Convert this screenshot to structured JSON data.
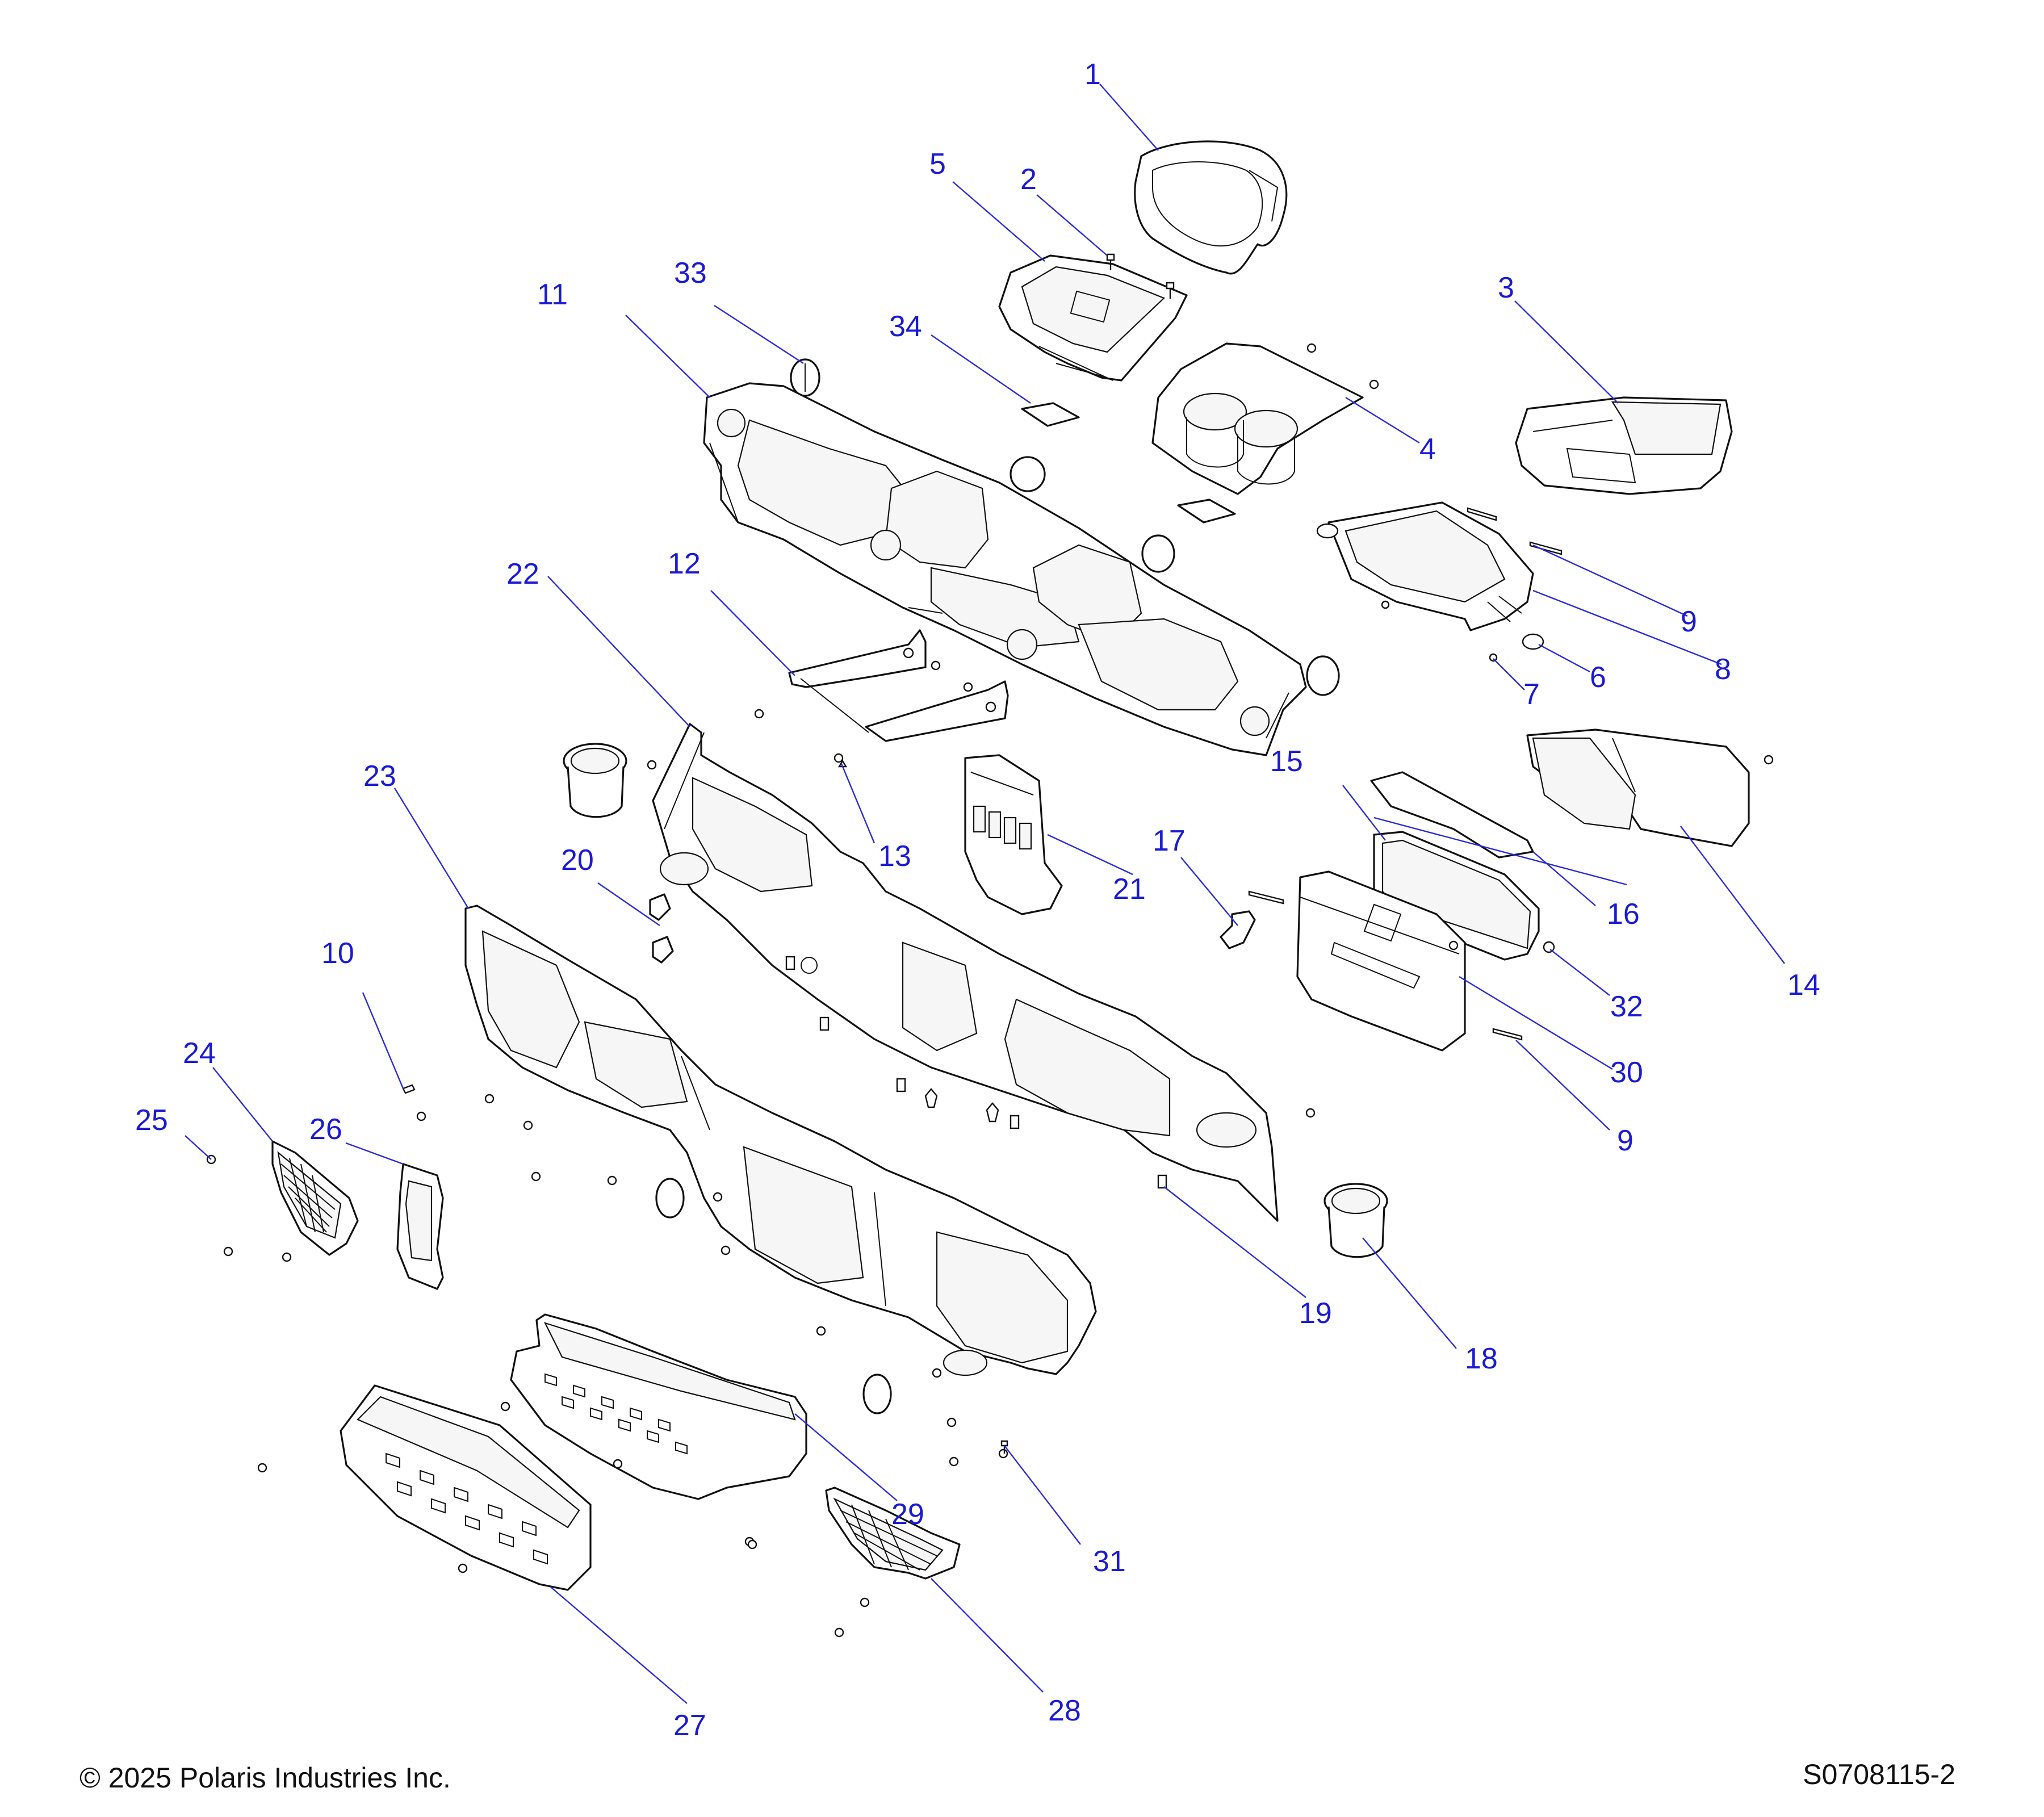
{
  "footer": {
    "copyright": "© 2025 Polaris Industries Inc.",
    "drawing_code": "S0708115-2"
  },
  "callouts": {
    "c1": "1",
    "c2": "2",
    "c3": "3",
    "c4": "4",
    "c5": "5",
    "c6": "6",
    "c7": "7",
    "c8": "8",
    "c9a": "9",
    "c9b": "9",
    "c10": "10",
    "c11": "11",
    "c12": "12",
    "c13": "13",
    "c14": "14",
    "c15": "15",
    "c16": "16",
    "c17": "17",
    "c18": "18",
    "c19": "19",
    "c20": "20",
    "c21": "21",
    "c22": "22",
    "c23": "23",
    "c24": "24",
    "c25": "25",
    "c26": "26",
    "c27": "27",
    "c28": "28",
    "c29": "29",
    "c30": "30",
    "c31": "31",
    "c32": "32",
    "c33": "33",
    "c34": "34"
  },
  "colors": {
    "callout": "#1a1ad6",
    "line_art": "#111111",
    "background": "#ffffff"
  }
}
